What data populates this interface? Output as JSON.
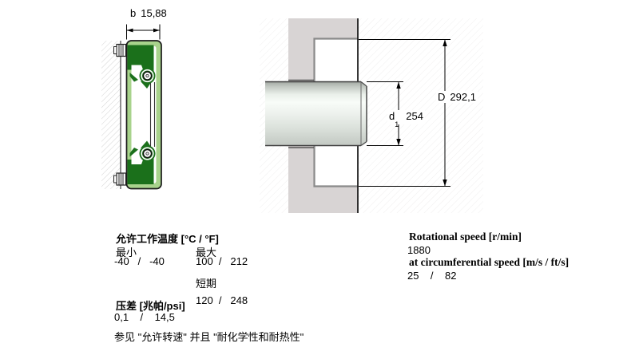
{
  "section_drawing": {
    "width_dim": {
      "label": "b",
      "value": "15,88"
    }
  },
  "installation_drawing": {
    "outer_dim": {
      "label": "D",
      "value": "292,1"
    },
    "shaft_dim": {
      "label": "d",
      "sub": "1",
      "value": "254"
    }
  },
  "specs": {
    "temperature": {
      "title": "允许工作温度 [°C / °F]",
      "min_label": "最小",
      "max_label": "最大",
      "min_values": "-40   /   -40",
      "max_values": "100  /   212",
      "short_term_label": "短期",
      "short_term_values": "120  /   248"
    },
    "pressure": {
      "title": "压差 [兆帕/psi]",
      "values": "0,1    /    14,5"
    },
    "see_also": "参见 \"允许转速\" 并且 \"耐化学性和耐热性\"",
    "speed": {
      "rotational_title": "Rotational speed [r/min]",
      "rotational_value": "1880",
      "circumferential_title": "at circumferential speed [m/s / ft/s]",
      "circumferential_value": "25    /    82"
    }
  },
  "colors": {
    "seal_light_green": "#a8d38c",
    "seal_dark_green": "#1b701b",
    "housing_gray": "#d8d4d4",
    "outline": "#1a1a1a"
  }
}
